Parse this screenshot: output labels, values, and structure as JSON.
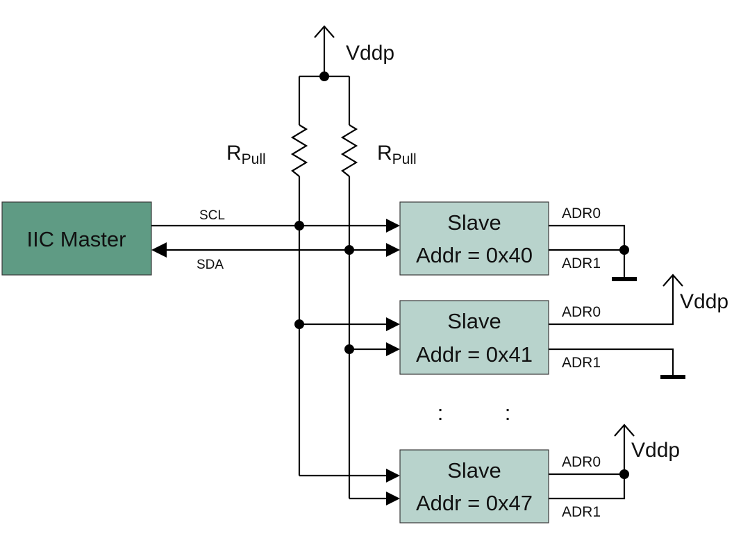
{
  "master": {
    "label": "IIC Master"
  },
  "signals": {
    "scl": "SCL",
    "sda": "SDA"
  },
  "supply": {
    "label": "Vddp"
  },
  "resistors": [
    {
      "label": "R",
      "sub": "Pull"
    },
    {
      "label": "R",
      "sub": "Pull"
    }
  ],
  "slaves": [
    {
      "title": "Slave",
      "addr": "Addr = 0x40",
      "adr0": "ADR0",
      "adr1": "ADR1"
    },
    {
      "title": "Slave",
      "addr": "Addr = 0x41",
      "adr0": "ADR0",
      "adr1": "ADR1"
    },
    {
      "title": "Slave",
      "addr": "Addr = 0x47",
      "adr0": "ADR0",
      "adr1": "ADR1"
    }
  ],
  "ellipsis": [
    ":",
    ":"
  ],
  "colors": {
    "master_fill": "#5f9b84",
    "slave_fill": "#b8d3cc"
  }
}
